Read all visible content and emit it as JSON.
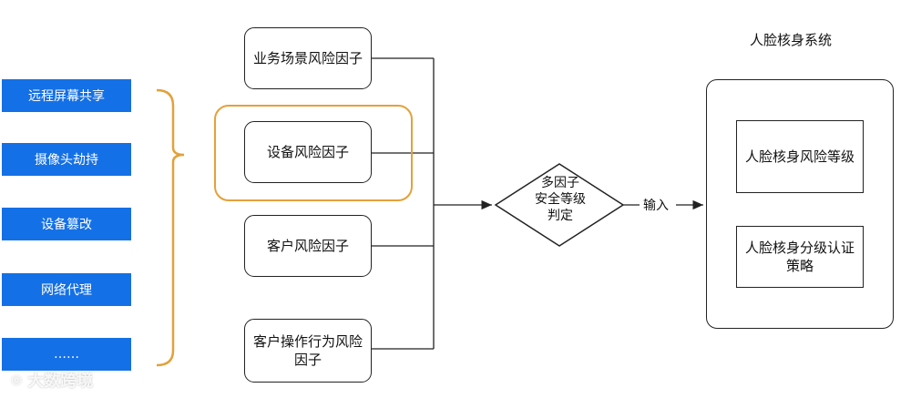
{
  "left_factors": [
    "远程屏幕共享",
    "摄像头劫持",
    "设备篡改",
    "网络代理",
    "……"
  ],
  "risk_nodes": {
    "business": "业务场景风险因子",
    "device": "设备风险因子",
    "customer": "客户风险因子",
    "behavior_line1": "客户操作行为风险",
    "behavior_line2": "因子"
  },
  "decision": {
    "line1": "多因子",
    "line2": "安全等级",
    "line3": "判定"
  },
  "edge_label": "输入",
  "system": {
    "title": "人脸核身系统",
    "level_box": "人脸核身风险等级",
    "policy_line1": "人脸核身分级认证",
    "policy_line2": "策略"
  },
  "watermark": "大数跨境",
  "colors": {
    "blue": "#1470e6",
    "orange": "#e3a13a",
    "line": "#222222"
  }
}
